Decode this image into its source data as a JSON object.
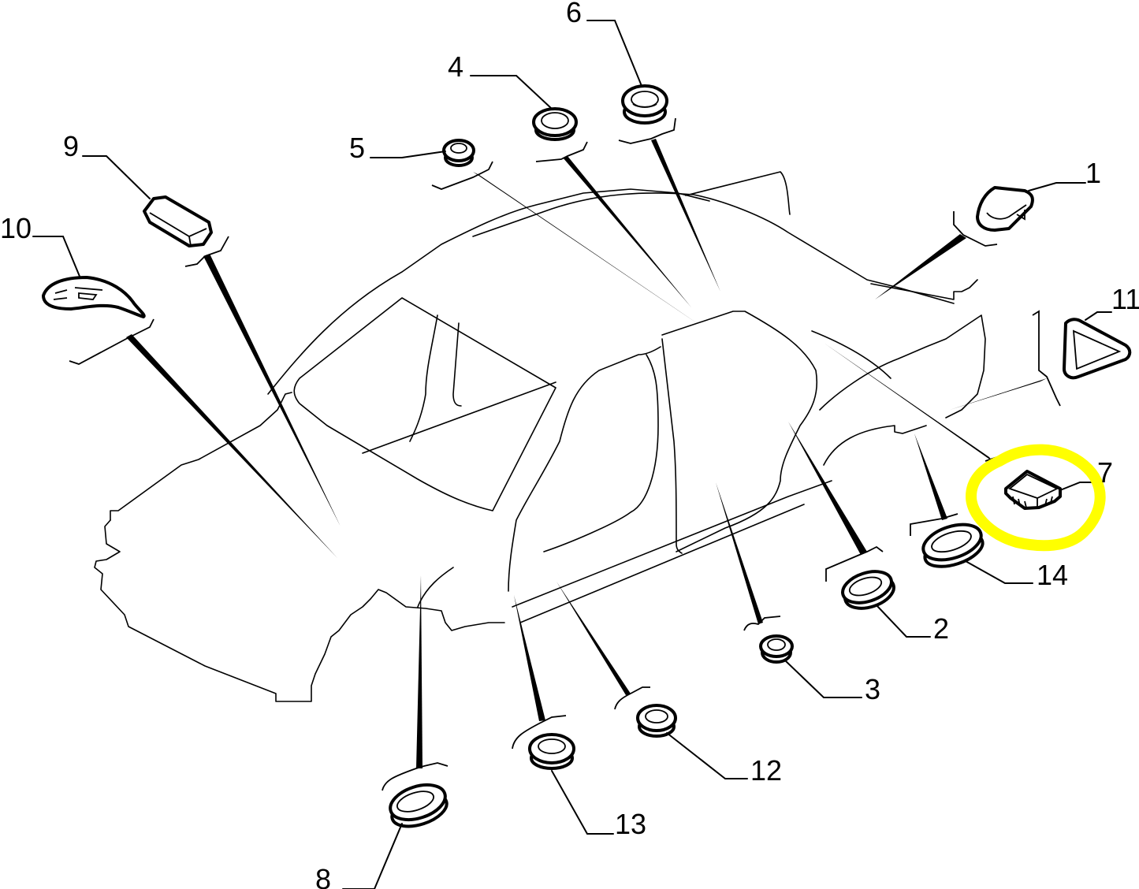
{
  "diagram": {
    "type": "exploded parts diagram",
    "subject": "car body with plugs / grommets / caps",
    "highlight_color": "#ffff00",
    "line_color": "#000000",
    "background": "#ffffff",
    "highlighted_part": "7"
  },
  "callouts": [
    {
      "id": "1",
      "label": "1",
      "shape": "wedge cap"
    },
    {
      "id": "2",
      "label": "2",
      "shape": "oval plug"
    },
    {
      "id": "3",
      "label": "3",
      "shape": "small round plug"
    },
    {
      "id": "4",
      "label": "4",
      "shape": "round plug"
    },
    {
      "id": "5",
      "label": "5",
      "shape": "small round plug"
    },
    {
      "id": "6",
      "label": "6",
      "shape": "ring grommet"
    },
    {
      "id": "7",
      "label": "7",
      "shape": "square clip"
    },
    {
      "id": "8",
      "label": "8",
      "shape": "oval plug"
    },
    {
      "id": "9",
      "label": "9",
      "shape": "rectangular plug"
    },
    {
      "id": "10",
      "label": "10",
      "shape": "curved pad"
    },
    {
      "id": "11",
      "label": "11",
      "shape": "triangular grommet"
    },
    {
      "id": "12",
      "label": "12",
      "shape": "round plug"
    },
    {
      "id": "13",
      "label": "13",
      "shape": "round plug"
    },
    {
      "id": "14",
      "label": "14",
      "shape": "oval plug"
    }
  ]
}
